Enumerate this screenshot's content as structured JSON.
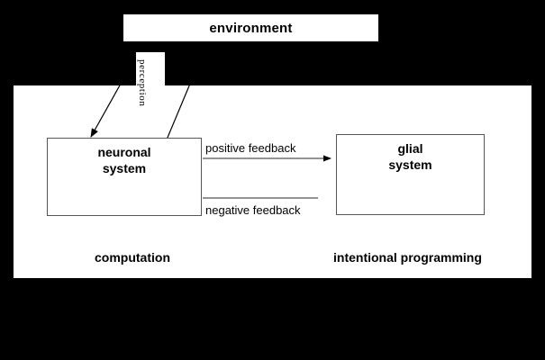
{
  "diagram": {
    "title": "environment / neuronal-glial system feedback diagram",
    "background_color": "#000000",
    "panel_color": "#ffffff",
    "line_color": "#555555",
    "text_color": "#000000"
  },
  "environment": {
    "label": "environment"
  },
  "perception": {
    "label": "perception",
    "orientation": "vertical-clockwise"
  },
  "boxes": [
    {
      "id": "neuronal-system",
      "label": "neuronal\nsystem"
    },
    {
      "id": "glial-system",
      "label": "glial\nsystem"
    }
  ],
  "edges": {
    "positive_feedback": {
      "label": "positive feedback",
      "direction": "neuronal-to-glial",
      "arrowhead": true
    },
    "negative_feedback": {
      "label": "negative feedback",
      "direction": "glial-to-neuronal",
      "arrowhead": false
    }
  },
  "regions": {
    "left": "computation",
    "right": "intentional programming"
  }
}
